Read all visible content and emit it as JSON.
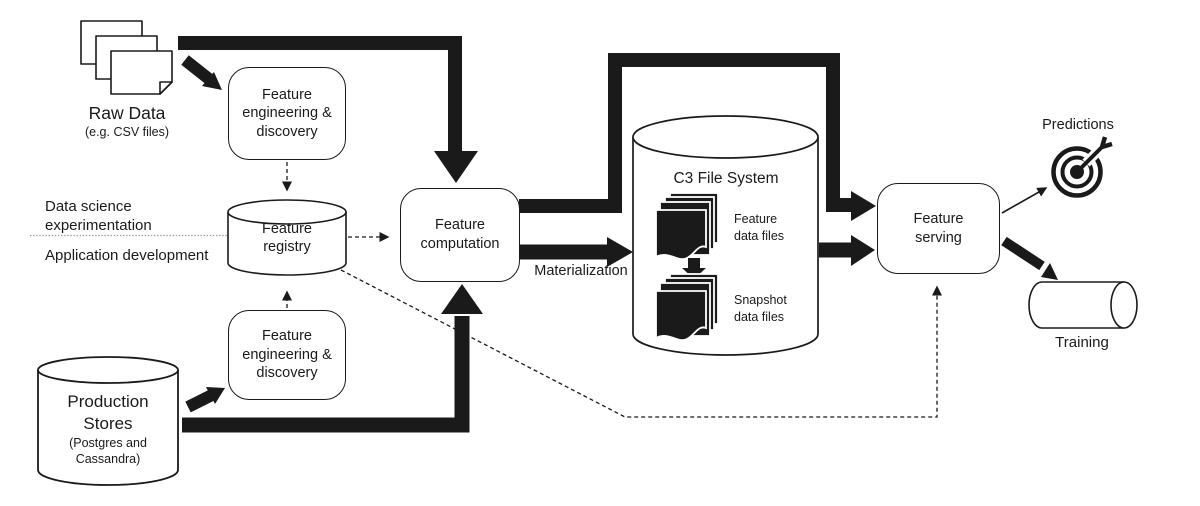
{
  "colors": {
    "ink": "#1a1a1a",
    "background": "#ffffff",
    "divider_gray": "#9a9a9a"
  },
  "sources": {
    "raw_data": {
      "title": "Raw Data",
      "subtitle": "(e.g. CSV files)",
      "icon": "stacked-pages-icon"
    },
    "production_stores": {
      "title": "Production\nStores",
      "subtitle": "(Postgres and\nCassandra)",
      "icon": "database-cylinder-icon"
    }
  },
  "lanes": {
    "top": "Data science\nexperimentation",
    "bottom": "Application development"
  },
  "processes": {
    "feature_eng_top": "Feature\nengineering &\ndiscovery",
    "feature_registry": "Feature\nregistry",
    "feature_eng_bottom": "Feature\nengineering &\ndiscovery",
    "feature_computation": "Feature\ncomputation",
    "feature_serving": "Feature\nserving"
  },
  "storage": {
    "c3_file_system": {
      "title": "C3 File System",
      "feature_files": "Feature\ndata files",
      "snapshot_files": "Snapshot\ndata files",
      "stack_icon": "document-stack-icon"
    }
  },
  "flows": {
    "materialization": "Materialization"
  },
  "outputs": {
    "predictions": {
      "label": "Predictions",
      "icon": "target-arrow-icon"
    },
    "training": {
      "label": "Training",
      "icon": "pipe-cylinder-icon"
    }
  }
}
